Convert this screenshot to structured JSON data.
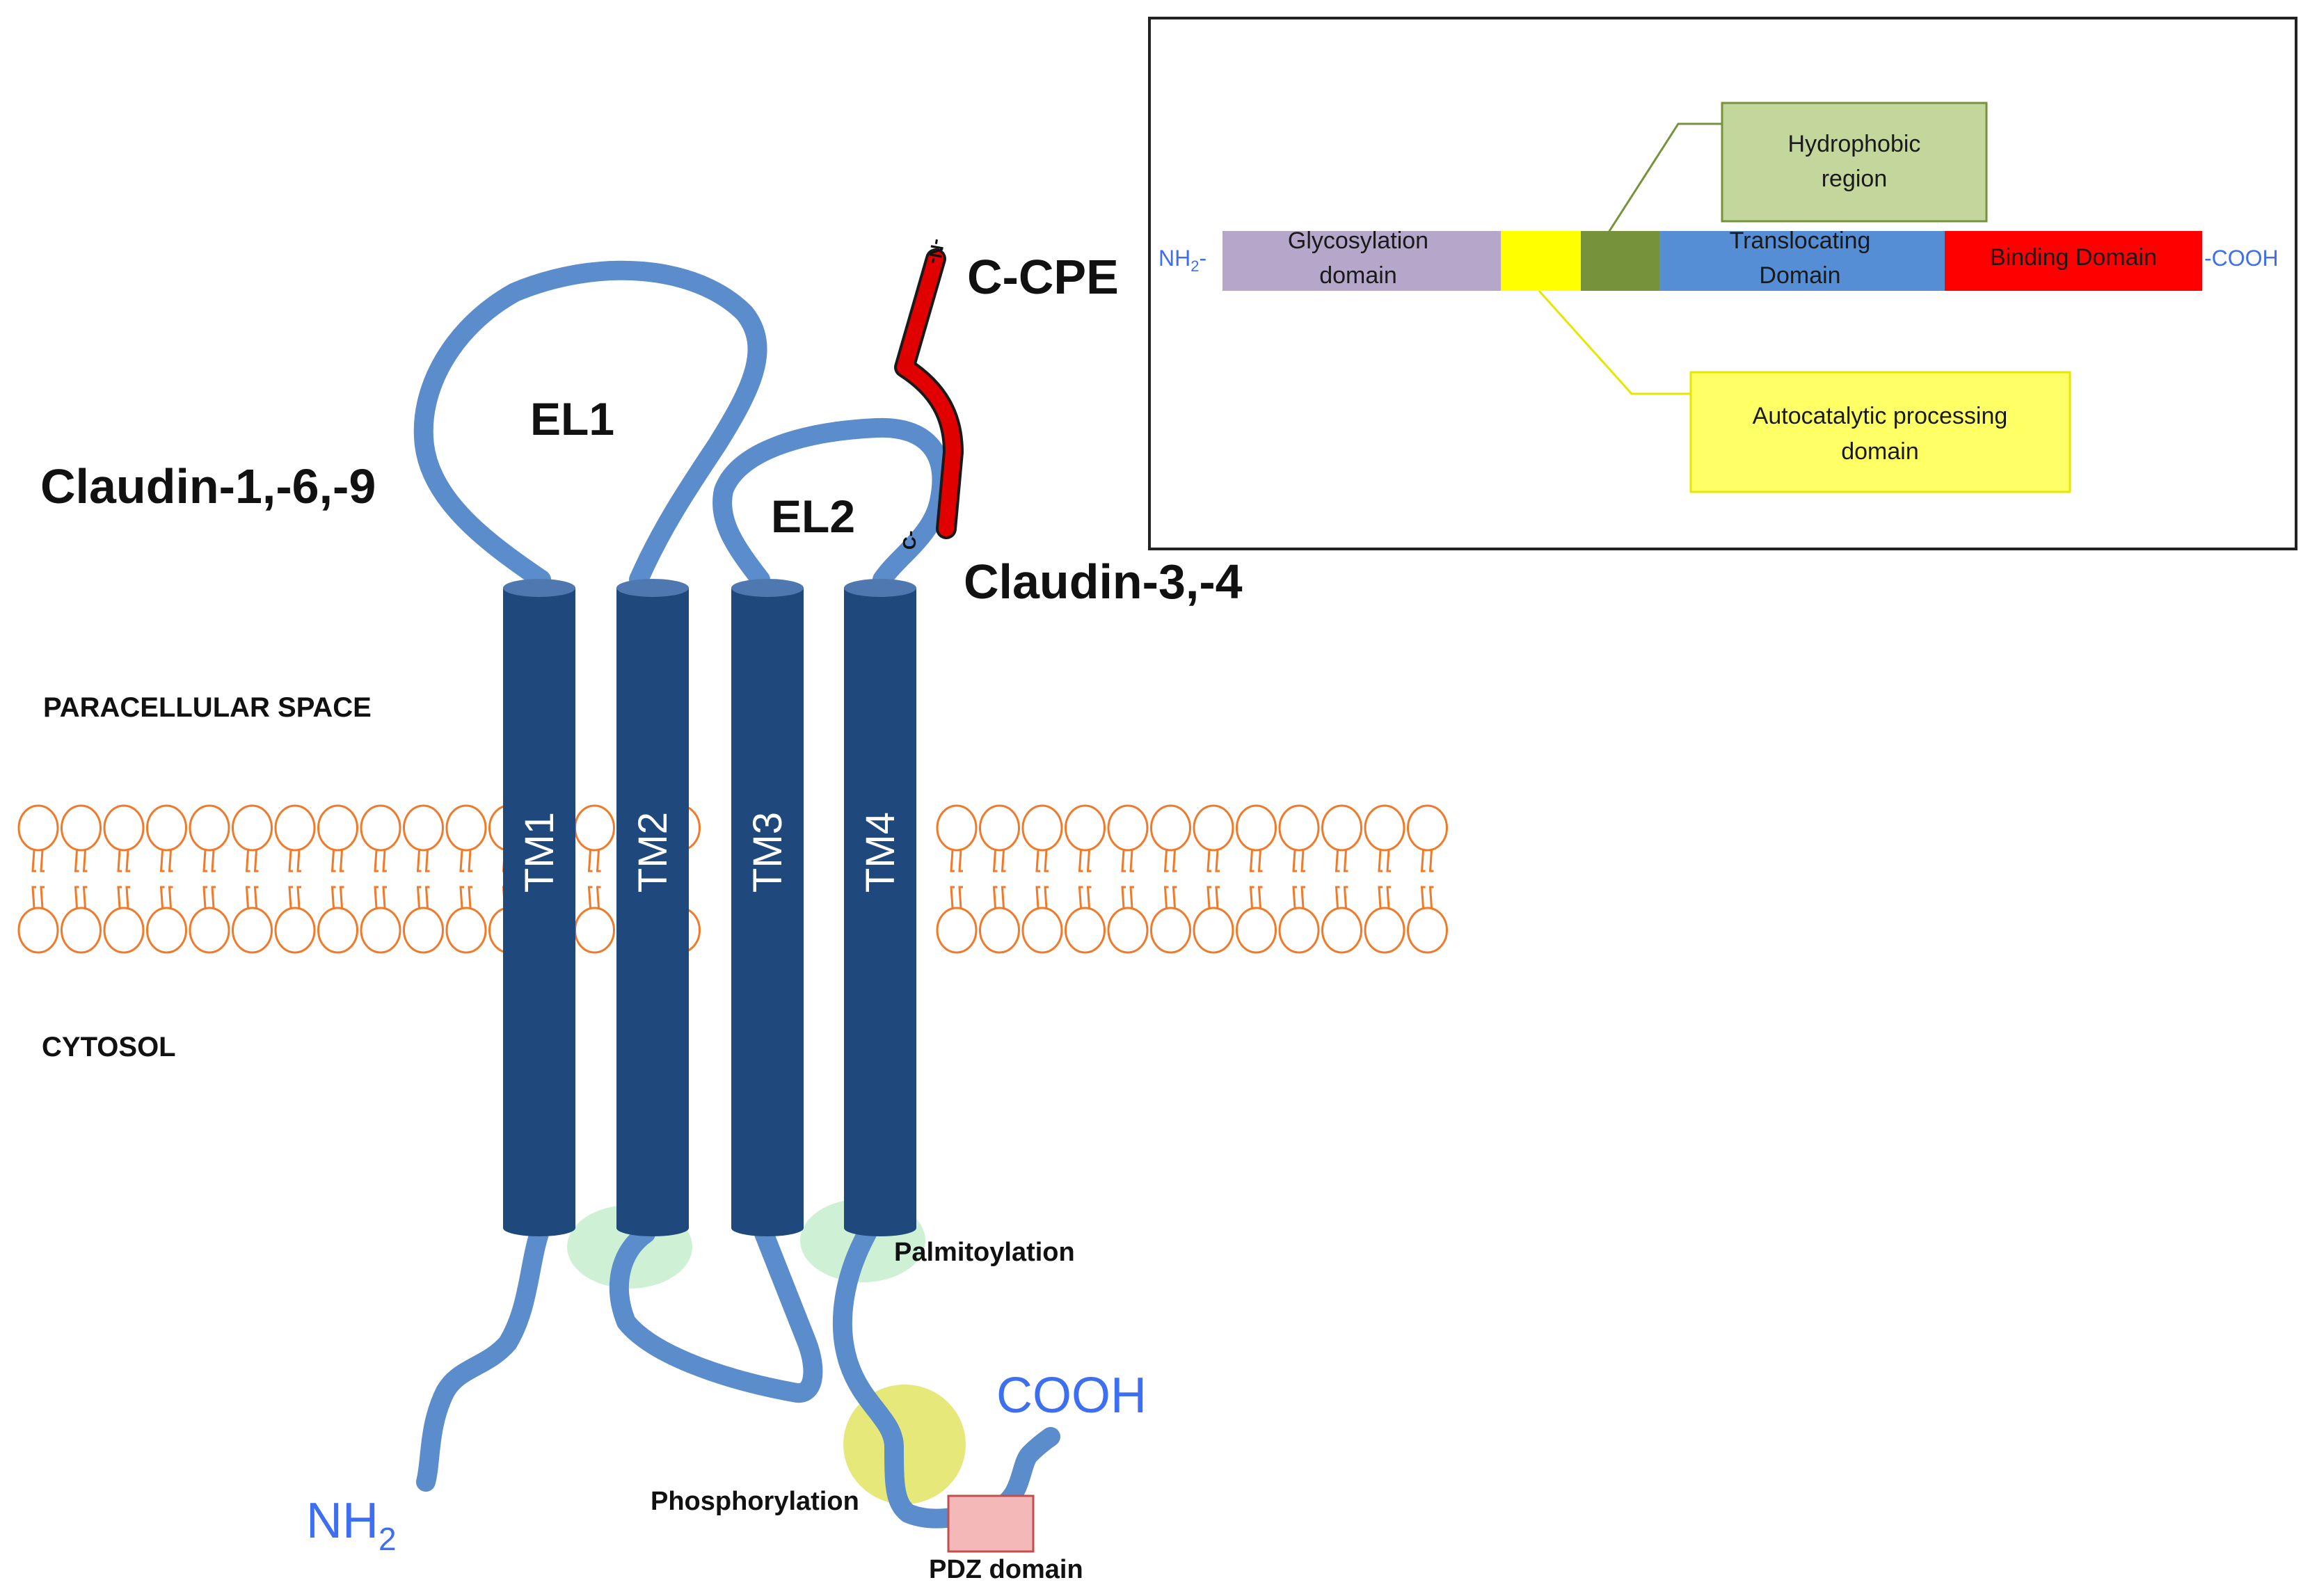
{
  "labels": {
    "claudin_1_6_9": "Claudin-1,-6,-9",
    "claudin_3_4": "Claudin-3,-4",
    "c_cpe": "C-CPE",
    "el1": "EL1",
    "el2": "EL2",
    "paracellular_space": "PARACELLULAR SPACE",
    "cytosol": "CYTOSOL",
    "palmitoylation": "Palmitoylation",
    "phosphorylation": "Phosphorylation",
    "pdz_domain": "PDZ domain",
    "nh2_main": "NH",
    "nh2_sub": "2",
    "cooh_main": "COOH",
    "ccpe_n_terminus": "-N-",
    "ccpe_c_terminus": "C-"
  },
  "transmembrane": [
    {
      "label": "TM1"
    },
    {
      "label": "TM2"
    },
    {
      "label": "TM3"
    },
    {
      "label": "TM4"
    }
  ],
  "inset": {
    "nh2_prefix": "NH",
    "nh2_sub": "2",
    "nh2_suffix": "-",
    "cooh_suffix": "-COOH",
    "segments": {
      "glycosylation": {
        "line1": "Glycosylation",
        "line2": "domain",
        "color": "#b4a7c9"
      },
      "autocatalytic": {
        "color": "#ffff00"
      },
      "hydrophobic": {
        "color": "#76933c"
      },
      "translocating": {
        "line1": "Translocating",
        "line2": "Domain",
        "color": "#558ed5"
      },
      "binding": {
        "label": "Binding Domain",
        "color": "#ff0000"
      }
    },
    "callouts": {
      "hydrophobic": {
        "line1": "Hydrophobic",
        "line2": "region",
        "color": "#c3d69b"
      },
      "autocatalytic": {
        "line1": "Autocatalytic processing",
        "line2": "domain",
        "color": "#ffff66"
      }
    }
  },
  "colors": {
    "tm_helix": "#1f497d",
    "loop": "#5b8ccc",
    "membrane": "#f07a2a",
    "palmitoylation": "#c6efce",
    "phosphorylation": "#e3e66a",
    "pdz": "#f4b8b8",
    "ccpe": "#e00000"
  }
}
